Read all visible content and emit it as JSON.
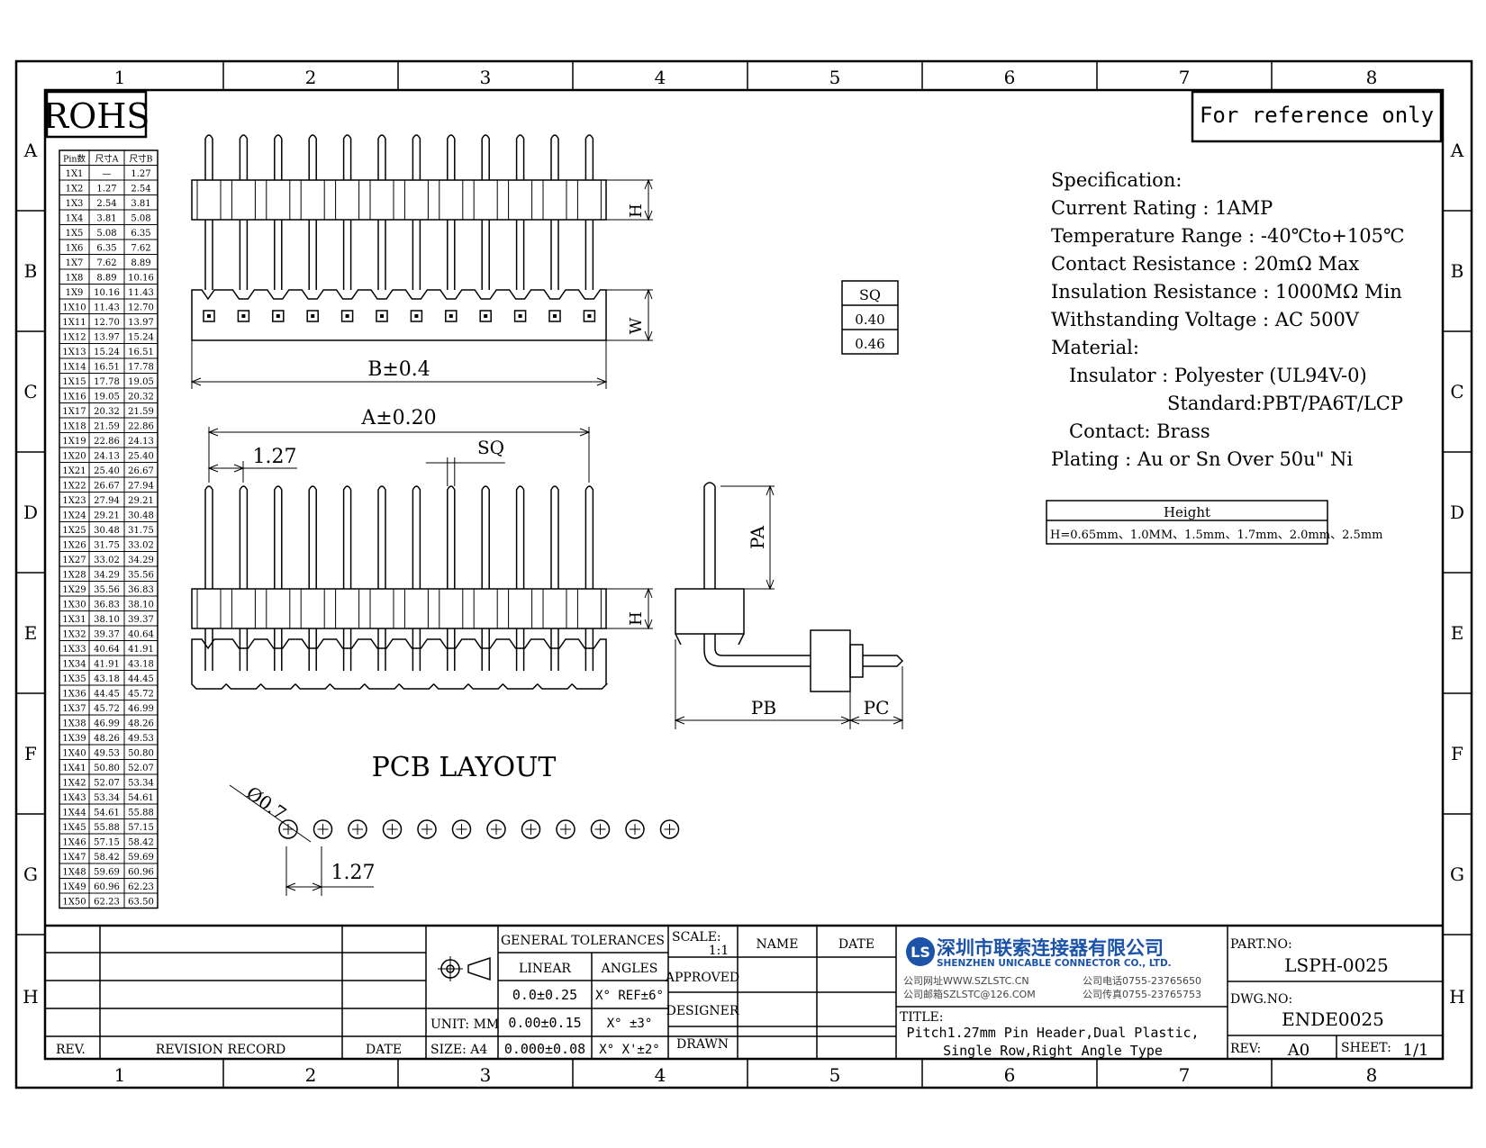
{
  "zones": {
    "columns": [
      "1",
      "2",
      "3",
      "4",
      "5",
      "6",
      "7",
      "8"
    ],
    "rows": [
      "A",
      "B",
      "C",
      "D",
      "E",
      "F",
      "G",
      "H"
    ]
  },
  "rohs": "ROHS",
  "reference_note": "For reference only",
  "pin_table": {
    "headers": [
      "Pin数",
      "尺寸A",
      "尺寸B"
    ],
    "rows": [
      [
        "1X1",
        "—",
        "1.27"
      ],
      [
        "1X2",
        "1.27",
        "2.54"
      ],
      [
        "1X3",
        "2.54",
        "3.81"
      ],
      [
        "1X4",
        "3.81",
        "5.08"
      ],
      [
        "1X5",
        "5.08",
        "6.35"
      ],
      [
        "1X6",
        "6.35",
        "7.62"
      ],
      [
        "1X7",
        "7.62",
        "8.89"
      ],
      [
        "1X8",
        "8.89",
        "10.16"
      ],
      [
        "1X9",
        "10.16",
        "11.43"
      ],
      [
        "1X10",
        "11.43",
        "12.70"
      ],
      [
        "1X11",
        "12.70",
        "13.97"
      ],
      [
        "1X12",
        "13.97",
        "15.24"
      ],
      [
        "1X13",
        "15.24",
        "16.51"
      ],
      [
        "1X14",
        "16.51",
        "17.78"
      ],
      [
        "1X15",
        "17.78",
        "19.05"
      ],
      [
        "1X16",
        "19.05",
        "20.32"
      ],
      [
        "1X17",
        "20.32",
        "21.59"
      ],
      [
        "1X18",
        "21.59",
        "22.86"
      ],
      [
        "1X19",
        "22.86",
        "24.13"
      ],
      [
        "1X20",
        "24.13",
        "25.40"
      ],
      [
        "1X21",
        "25.40",
        "26.67"
      ],
      [
        "1X22",
        "26.67",
        "27.94"
      ],
      [
        "1X23",
        "27.94",
        "29.21"
      ],
      [
        "1X24",
        "29.21",
        "30.48"
      ],
      [
        "1X25",
        "30.48",
        "31.75"
      ],
      [
        "1X26",
        "31.75",
        "33.02"
      ],
      [
        "1X27",
        "33.02",
        "34.29"
      ],
      [
        "1X28",
        "34.29",
        "35.56"
      ],
      [
        "1X29",
        "35.56",
        "36.83"
      ],
      [
        "1X30",
        "36.83",
        "38.10"
      ],
      [
        "1X31",
        "38.10",
        "39.37"
      ],
      [
        "1X32",
        "39.37",
        "40.64"
      ],
      [
        "1X33",
        "40.64",
        "41.91"
      ],
      [
        "1X34",
        "41.91",
        "43.18"
      ],
      [
        "1X35",
        "43.18",
        "44.45"
      ],
      [
        "1X36",
        "44.45",
        "45.72"
      ],
      [
        "1X37",
        "45.72",
        "46.99"
      ],
      [
        "1X38",
        "46.99",
        "48.26"
      ],
      [
        "1X39",
        "48.26",
        "49.53"
      ],
      [
        "1X40",
        "49.53",
        "50.80"
      ],
      [
        "1X41",
        "50.80",
        "52.07"
      ],
      [
        "1X42",
        "52.07",
        "53.34"
      ],
      [
        "1X43",
        "53.34",
        "54.61"
      ],
      [
        "1X44",
        "54.61",
        "55.88"
      ],
      [
        "1X45",
        "55.88",
        "57.15"
      ],
      [
        "1X46",
        "57.15",
        "58.42"
      ],
      [
        "1X47",
        "58.42",
        "59.69"
      ],
      [
        "1X48",
        "59.69",
        "60.96"
      ],
      [
        "1X49",
        "60.96",
        "62.23"
      ],
      [
        "1X50",
        "62.23",
        "63.50"
      ]
    ]
  },
  "dims": {
    "H": "H",
    "W": "W",
    "B": "B±0.4",
    "A": "A±0.20",
    "pitch": "1.27",
    "SQ": "SQ",
    "PA": "PA",
    "PB": "PB",
    "PC": "PC",
    "hole": "Ø0.7",
    "pcb_pitch": "1.27"
  },
  "pcb_layout_title": "PCB LAYOUT",
  "sq_table": {
    "header": "SQ",
    "values": [
      "0.40",
      "0.46"
    ]
  },
  "spec": {
    "lines": [
      "Specification:",
      "Current Rating : 1AMP",
      "Temperature Range : -40℃to+105℃",
      "Contact Resistance : 20mΩ Max",
      "Insulation Resistance : 1000MΩ Min",
      "Withstanding Voltage : AC 500V",
      "Material:",
      "Insulator : Polyester (UL94V-0)",
      "Standard:PBT/PA6T/LCP",
      "Contact: Brass",
      "Plating : Au or Sn Over 50u\" Ni"
    ]
  },
  "height_table": {
    "header": "Height",
    "value": "H=0.65mm、1.0MM、1.5mm、1.7mm、2.0mm、2.5mm"
  },
  "title_block": {
    "rev_label": "REV.",
    "revision_record": "REVISION RECORD",
    "date_label": "DATE",
    "unit": "UNIT: MM",
    "size": "SIZE: A4",
    "general_tolerances": "GENERAL TOLERANCES",
    "linear": "LINEAR",
    "angles": "ANGLES",
    "tol_linear": [
      "0.0±0.25",
      "0.00±0.15",
      "0.000±0.08"
    ],
    "tol_angles": [
      "X° REF±6°",
      "X° ±3°",
      "X° X'±2°"
    ],
    "scale_label": "SCALE:",
    "scale_value": "1:1",
    "name_label": "NAME",
    "date_col": "DATE",
    "approved": "APPROVED",
    "designer": "DESIGNER",
    "drawn": "DRAWN",
    "company_cn": "深圳市联索连接器有限公司",
    "company_en": "SHENZHEN UNICABLE CONNECTOR CO., LTD.",
    "website": "公司网址WWW.SZLSTC.CN",
    "email": "公司邮箱SZLSTC@126.COM",
    "phone": "公司电话0755-23765650",
    "fax": "公司传真0755-23765753",
    "title_label": "TITLE:",
    "title_line1": "Pitch1.27mm Pin Header,Dual Plastic,",
    "title_line2": "Single Row,Right Angle Type",
    "part_no_label": "PART.NO:",
    "part_no": "LSPH-0025",
    "dwg_no_label": "DWG.NO:",
    "dwg_no": "ENDE0025",
    "rev_label2": "REV:",
    "rev_value": "A0",
    "sheet_label": "SHEET:",
    "sheet_value": "1/1"
  }
}
